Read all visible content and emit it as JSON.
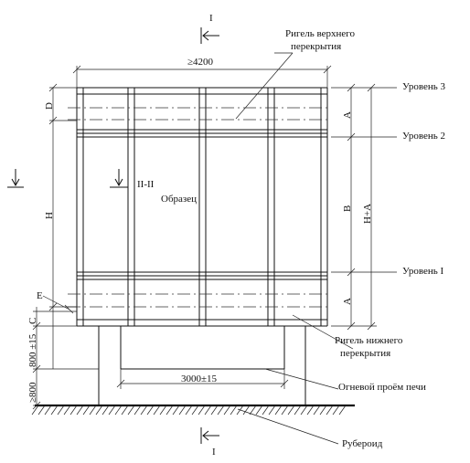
{
  "labels": {
    "section_top": "I",
    "section_bottom": "I",
    "section_side": "II-II",
    "specimen": "Образец",
    "upper_beam_line1": "Ригель верхнего",
    "upper_beam_line2": "перекрытия",
    "lower_beam_line1": "Ригель нижнего",
    "lower_beam_line2": "перекрытия",
    "furnace_opening": "Огневой проём печи",
    "roofing": "Рубероид",
    "level_3": "Уровень 3",
    "level_2": "Уровень 2",
    "level_1": "Уровень I",
    "mark_e": "E"
  },
  "dimensions": {
    "width_top": "≥4200",
    "opening_width": "3000±15",
    "dim_d": "D",
    "dim_h": "H",
    "dim_c": "C",
    "dim_a_top": "A",
    "dim_b": "B",
    "dim_a_bottom": "A",
    "dim_h_plus_a": "H+A",
    "dim_800_15": "800 ±15",
    "dim_800": "≥800"
  }
}
